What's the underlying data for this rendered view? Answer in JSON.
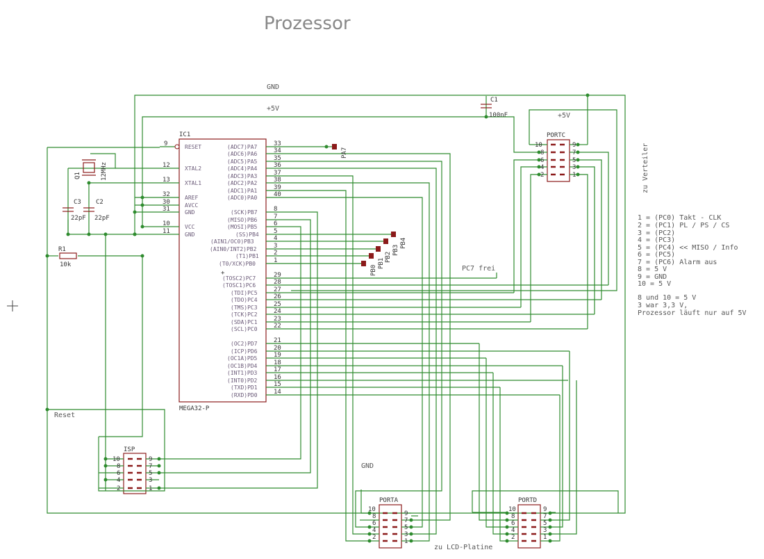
{
  "title": "Prozessor",
  "nets": {
    "gnd_top": "GND",
    "v5_top": "+5V",
    "v5_portc": "+5V",
    "gnd_bottom": "GND",
    "reset": "Reset",
    "pc7": "PC7 frei"
  },
  "ic": {
    "name": "IC1",
    "value": "MEGA32-P",
    "left_pins": [
      {
        "name": "RESET",
        "num": "9"
      },
      {
        "name": "XTAL2",
        "num": "12"
      },
      {
        "name": "XTAL1",
        "num": "13"
      },
      {
        "name": "AREF",
        "num": "32"
      },
      {
        "name": "AVCC",
        "num": "30"
      },
      {
        "name": "GND",
        "num": "31"
      },
      {
        "name": "VCC",
        "num": "10"
      },
      {
        "name": "GND",
        "num": "11"
      }
    ],
    "right_pins_a": [
      {
        "name": "(ADC7)PA7",
        "num": "33"
      },
      {
        "name": "(ADC6)PA6",
        "num": "34"
      },
      {
        "name": "(ADC5)PA5",
        "num": "35"
      },
      {
        "name": "(ADC4)PA4",
        "num": "36"
      },
      {
        "name": "(ADC3)PA3",
        "num": "37"
      },
      {
        "name": "(ADC2)PA2",
        "num": "38"
      },
      {
        "name": "(ADC1)PA1",
        "num": "39"
      },
      {
        "name": "(ADC0)PA0",
        "num": "40"
      }
    ],
    "right_pins_b": [
      {
        "name": "(SCK)PB7",
        "num": "8"
      },
      {
        "name": "(MISO)PB6",
        "num": "7"
      },
      {
        "name": "(MOSI)PB5",
        "num": "6"
      },
      {
        "name": "(SS)PB4",
        "num": "5"
      },
      {
        "name": "(AIN1/OC0)PB3",
        "num": "4"
      },
      {
        "name": "(AIN0/INT2)PB2",
        "num": "3"
      },
      {
        "name": "(T1)PB1",
        "num": "2"
      },
      {
        "name": "(T0/XCK)PB0",
        "num": "1"
      }
    ],
    "right_pins_c": [
      {
        "name": "(TOSC2)PC7",
        "num": "29"
      },
      {
        "name": "(TOSC1)PC6",
        "num": "28"
      },
      {
        "name": "(TDI)PC5",
        "num": "27"
      },
      {
        "name": "(TDO)PC4",
        "num": "26"
      },
      {
        "name": "(TMS)PC3",
        "num": "25"
      },
      {
        "name": "(TCK)PC2",
        "num": "24"
      },
      {
        "name": "(SDA)PC1",
        "num": "23"
      },
      {
        "name": "(SCL)PC0",
        "num": "22"
      }
    ],
    "right_pins_d": [
      {
        "name": "(OC2)PD7",
        "num": "21"
      },
      {
        "name": "(ICP)PD6",
        "num": "20"
      },
      {
        "name": "(OC1A)PD5",
        "num": "19"
      },
      {
        "name": "(OC1B)PD4",
        "num": "18"
      },
      {
        "name": "(INT1)PD3",
        "num": "17"
      },
      {
        "name": "(INT0)PD2",
        "num": "16"
      },
      {
        "name": "(TXD)PD1",
        "num": "15"
      },
      {
        "name": "(RXD)PD0",
        "num": "14"
      }
    ]
  },
  "parts": {
    "q1": "Q1",
    "q1_value": "12MHz",
    "c1": "C1",
    "c1_value": "100nF",
    "c2": "C2",
    "c2_value": "22pF",
    "c3": "C3",
    "c3_value": "22pF",
    "r1": "R1",
    "r1_value": "10k"
  },
  "connectors": {
    "isp": "ISP",
    "portc": "PORTC",
    "porta": "PORTA",
    "portd": "PORTD",
    "pin_labels": [
      "10",
      "9",
      "8",
      "7",
      "6",
      "5",
      "4",
      "3",
      "2",
      "1"
    ]
  },
  "testpoints": [
    "PA7",
    "PB4",
    "PB3",
    "PB2",
    "PB1",
    "PB0"
  ],
  "side_label": "zu Verteiler",
  "bottom_label": "zu LCD-Platine",
  "notes": [
    "1 = (PC0) Takt - CLK",
    "2 = (PC1) PL / PS / CS",
    "3 = (PC2)",
    "4 = (PC3)",
    "5 = (PC4) << MISO / Info",
    "6 = (PC5)",
    "7 = (PC6) Alarm aus",
    "8 =  5 V",
    "9 = GND",
    "10 = 5 V",
    "",
    "8 und 10 = 5 V",
    "3 war 3,3 V,",
    "Prozessor läuft nur auf 5V"
  ],
  "colors": {
    "wire": "#2e8b2e",
    "part": "#8b1a1a",
    "pinlabel": "#6a5a78"
  }
}
